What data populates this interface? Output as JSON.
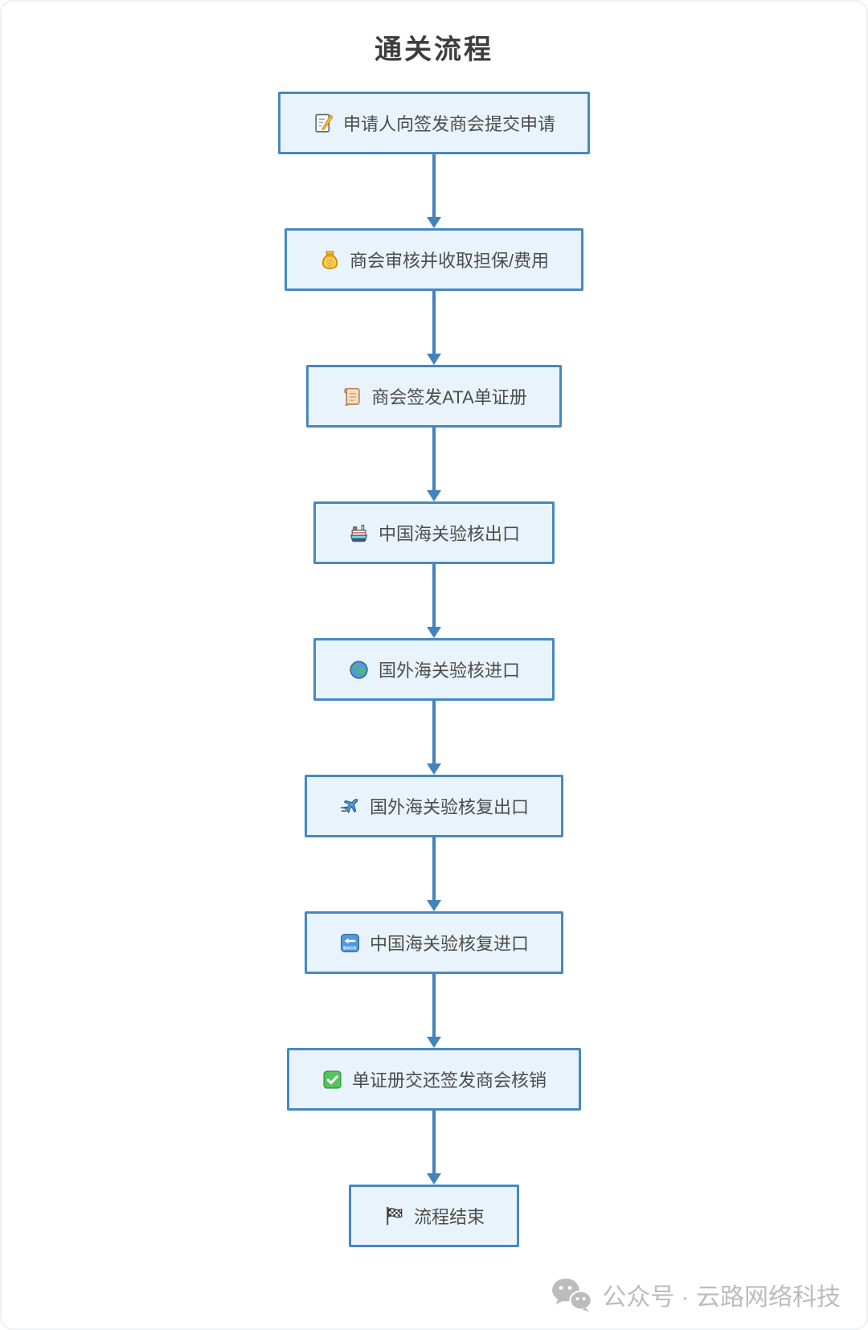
{
  "page": {
    "title": "通关流程",
    "background": "#ffffff"
  },
  "flowchart": {
    "box_fill": "#e9f3fb",
    "box_border": "#4788c2",
    "arrow_color": "#4383bd",
    "text_color": "#4d4d4d",
    "steps": [
      {
        "label": "申请人向签发商会提交申请",
        "icon": "memo-icon"
      },
      {
        "label": "商会审核并收取担保/费用",
        "icon": "money-bag-icon"
      },
      {
        "label": "商会签发ATA单证册",
        "icon": "scroll-icon"
      },
      {
        "label": "中国海关验核出口",
        "icon": "ship-icon"
      },
      {
        "label": "国外海关验核进口",
        "icon": "globe-icon"
      },
      {
        "label": "国外海关验核复出口",
        "icon": "airplane-icon"
      },
      {
        "label": "中国海关验核复进口",
        "icon": "back-icon"
      },
      {
        "label": "单证册交还签发商会核销",
        "icon": "check-icon"
      },
      {
        "label": "流程结束",
        "icon": "flag-icon"
      }
    ]
  },
  "watermark": {
    "icon": "wechat-icon",
    "text": "公众号 · 云路网络科技",
    "color": "#bcbcbc"
  }
}
